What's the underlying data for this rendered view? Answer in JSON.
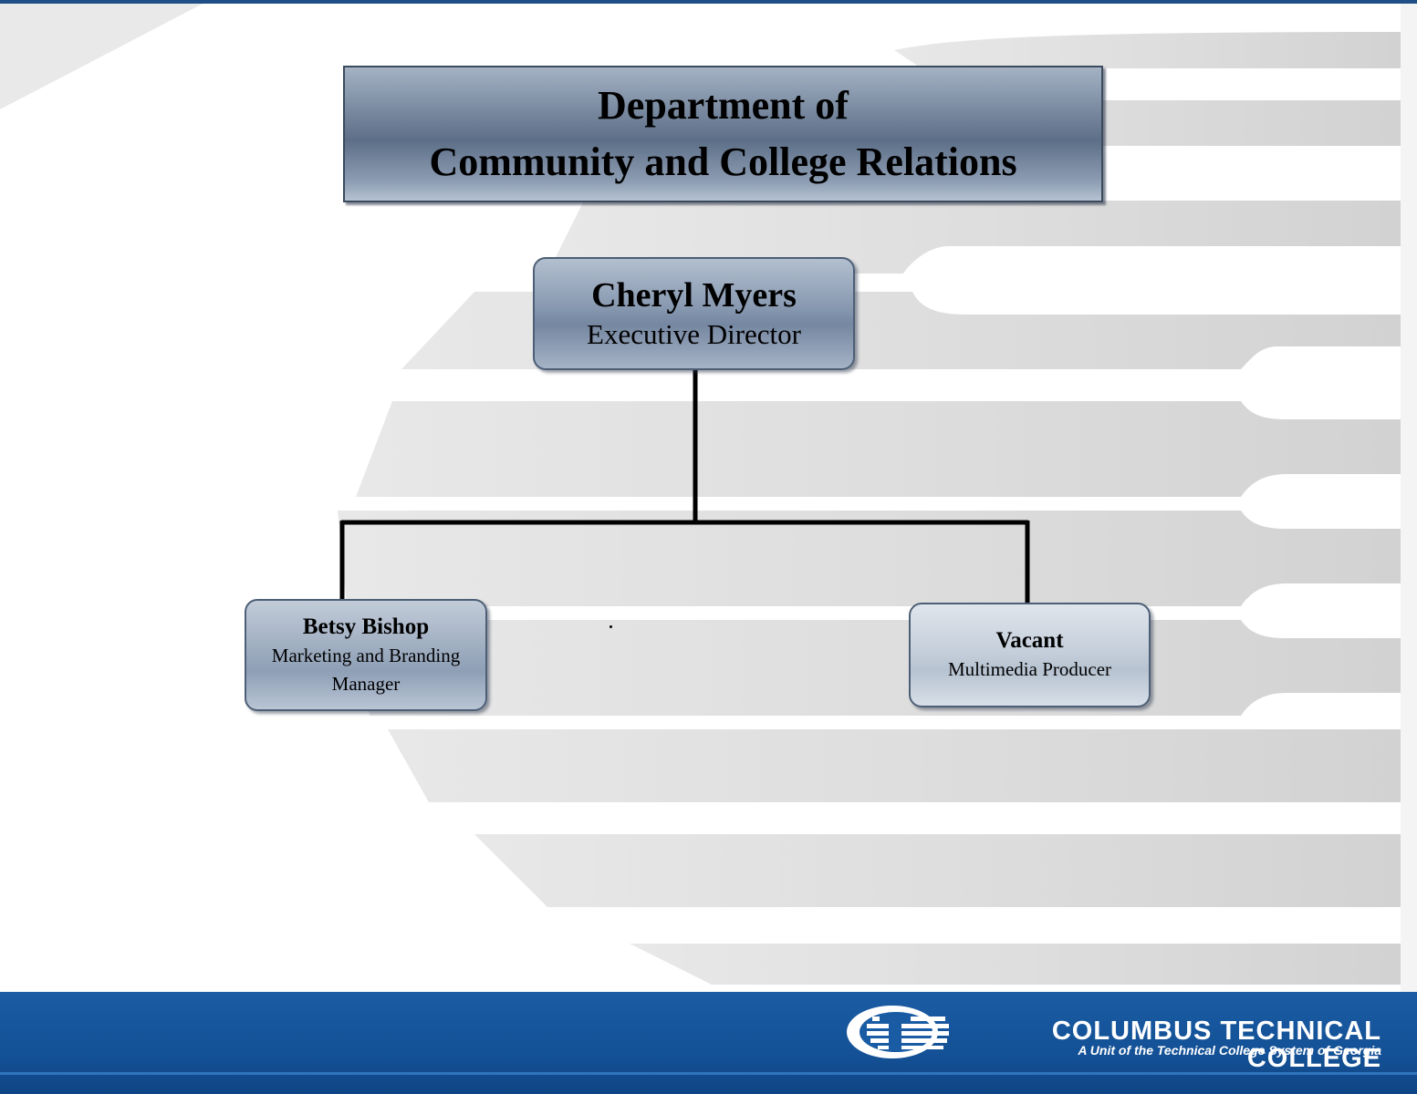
{
  "title": {
    "line1": "Department of",
    "line2": "Community and College Relations"
  },
  "org": {
    "executive": {
      "name": "Cheryl Myers",
      "title": "Executive Director"
    },
    "reports": [
      {
        "name": "Betsy Bishop",
        "title_line1": "Marketing and Branding",
        "title_line2": "Manager"
      },
      {
        "name": "Vacant",
        "title_line1": "Multimedia Producer"
      }
    ]
  },
  "footer": {
    "college_name": "COLUMBUS TECHNICAL COLLEGE",
    "tagline": "A Unit of the Technical College System of Georgia",
    "logo_icon": "columbus-tech-logo"
  },
  "colors": {
    "footer_blue": "#145196",
    "box_slate": "#6f8097",
    "connector": "#000000"
  }
}
